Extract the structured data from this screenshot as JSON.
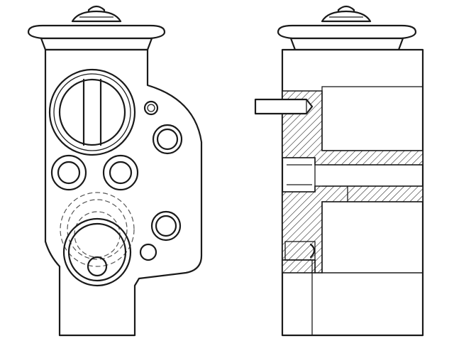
{
  "figure": {
    "views": [
      {
        "name": "front-view",
        "parts": [
          "bulb-cap",
          "cap-flange",
          "valve-body",
          "upper-port",
          "seal-ring",
          "inlet-port",
          "outlet-port",
          "lower-port",
          "mount-holes"
        ]
      },
      {
        "name": "side-section-view",
        "parts": [
          "bulb-cap",
          "cap-flange",
          "valve-body",
          "pin",
          "hatched-section",
          "internal-channels"
        ]
      }
    ],
    "colors": {
      "line": "#1a1a1a",
      "hatch": "#1a1a1a",
      "background": "#ffffff",
      "hidden_line": "#555555"
    }
  }
}
